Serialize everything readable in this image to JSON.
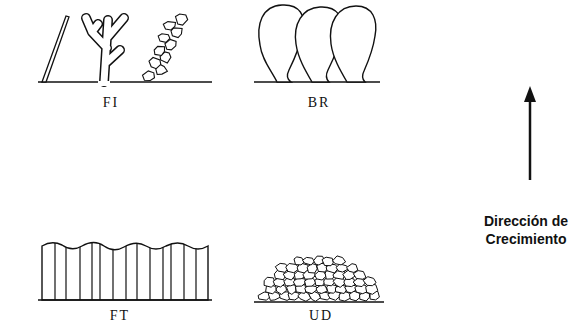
{
  "diagram": {
    "labels": [
      "FI",
      "BR",
      "FT",
      "UD",
      "Dirección de Crecimiento"
    ]
  }
}
